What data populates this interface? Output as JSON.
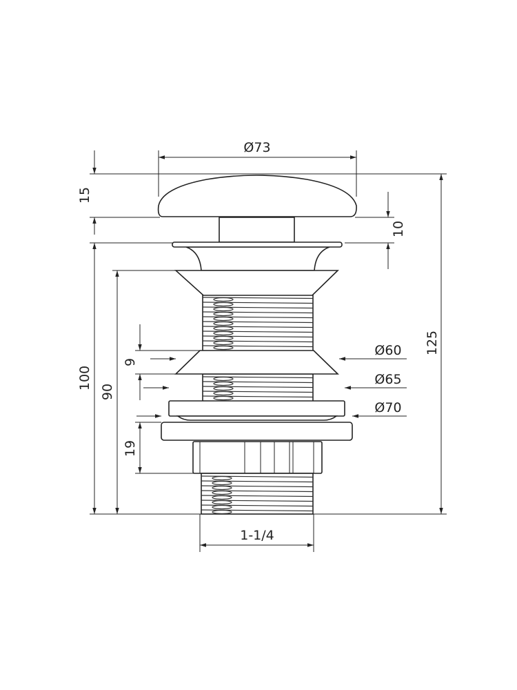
{
  "dimensions": {
    "cap_diameter": "Ø73",
    "cap_height": "15",
    "stem_gap": "10",
    "total_height": "125",
    "body_height": "100",
    "thread_height": "90",
    "cone_height": "9",
    "cone_diameter": "Ø60",
    "thread_diameter": "Ø65",
    "washer_diameter": "Ø70",
    "nut_height": "19",
    "thread_size": "1-1/4"
  }
}
